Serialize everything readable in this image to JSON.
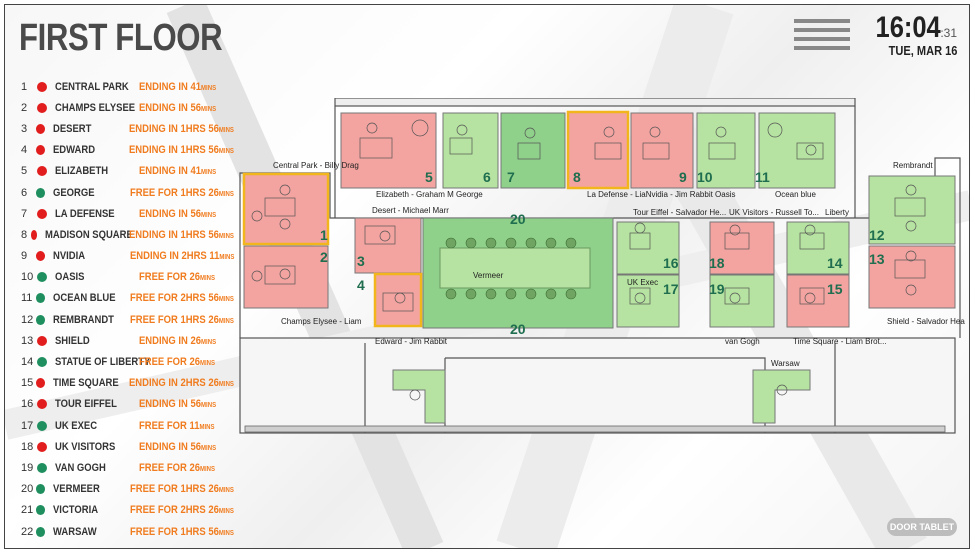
{
  "title": "FIRST FLOOR",
  "clock": {
    "time": "16:04",
    "seconds": ":31",
    "date": "TUE, MAR 16"
  },
  "menu": {
    "icon": "hamburger-menu-icon"
  },
  "door_tablet_label": "DOOR TABLET",
  "colors": {
    "busy": "#e21d1d",
    "free": "#1f8f5f",
    "status_text": "#f07c1f",
    "room_busy": "#f3a3a0",
    "room_free": "#b6e3a1",
    "selected_border": "#f2b51c"
  },
  "rooms": [
    {
      "num": "1",
      "name": "CENTRAL PARK",
      "state": "busy",
      "status": "ENDING IN 41",
      "unit": "MINS"
    },
    {
      "num": "2",
      "name": "CHAMPS ELYSEE",
      "state": "busy",
      "status": "ENDING IN 56",
      "unit": "MINS"
    },
    {
      "num": "3",
      "name": "DESERT",
      "state": "busy",
      "status": "ENDING IN 1HRS 56",
      "unit": "MINS"
    },
    {
      "num": "4",
      "name": "EDWARD",
      "state": "busy",
      "status": "ENDING IN 1HRS 56",
      "unit": "MINS"
    },
    {
      "num": "5",
      "name": "ELIZABETH",
      "state": "busy",
      "status": "ENDING IN 41",
      "unit": "MINS"
    },
    {
      "num": "6",
      "name": "GEORGE",
      "state": "free",
      "status": "FREE FOR 1HRS 26",
      "unit": "MINS"
    },
    {
      "num": "7",
      "name": "LA DEFENSE",
      "state": "busy",
      "status": "ENDING IN 56",
      "unit": "MINS"
    },
    {
      "num": "8",
      "name": "MADISON SQUARE",
      "state": "busy",
      "status": "ENDING IN 1HRS 56",
      "unit": "MINS"
    },
    {
      "num": "9",
      "name": "NVIDIA",
      "state": "busy",
      "status": "ENDING IN 2HRS 11",
      "unit": "MINS"
    },
    {
      "num": "10",
      "name": "OASIS",
      "state": "free",
      "status": "FREE FOR 26",
      "unit": "MINS"
    },
    {
      "num": "11",
      "name": "OCEAN BLUE",
      "state": "free",
      "status": "FREE FOR 2HRS 56",
      "unit": "MINS"
    },
    {
      "num": "12",
      "name": "REMBRANDT",
      "state": "free",
      "status": "FREE FOR 1HRS 26",
      "unit": "MINS"
    },
    {
      "num": "13",
      "name": "SHIELD",
      "state": "busy",
      "status": "ENDING IN 26",
      "unit": "MINS"
    },
    {
      "num": "14",
      "name": "STATUE OF LIBERTY",
      "state": "free",
      "status": "FREE FOR 26",
      "unit": "MINS"
    },
    {
      "num": "15",
      "name": "TIME SQUARE",
      "state": "busy",
      "status": "ENDING IN 2HRS 26",
      "unit": "MINS"
    },
    {
      "num": "16",
      "name": "TOUR EIFFEL",
      "state": "busy",
      "status": "ENDING IN 56",
      "unit": "MINS"
    },
    {
      "num": "17",
      "name": "UK EXEC",
      "state": "free",
      "status": "FREE FOR 11",
      "unit": "MINS"
    },
    {
      "num": "18",
      "name": "UK VISITORS",
      "state": "busy",
      "status": "ENDING IN 56",
      "unit": "MINS"
    },
    {
      "num": "19",
      "name": "VAN GOGH",
      "state": "free",
      "status": "FREE FOR 26",
      "unit": "MINS"
    },
    {
      "num": "20",
      "name": "VERMEER",
      "state": "free",
      "status": "FREE FOR 1HRS 26",
      "unit": "MINS"
    },
    {
      "num": "21",
      "name": "VICTORIA",
      "state": "free",
      "status": "FREE FOR 2HRS 26",
      "unit": "MINS"
    },
    {
      "num": "22",
      "name": "WARSAW",
      "state": "free",
      "status": "FREE FOR 1HRS 56",
      "unit": "MINS"
    }
  ],
  "map_labels": {
    "central_park": "Central Park - Billy Drag",
    "champs_elysee": "Champs Elysee - Liam",
    "desert": "Desert - Michael Marr",
    "edward": "Edward - Jim Rabbit",
    "elizabeth": "Elizabeth - Graham M George",
    "la_defense": "La Defense - LiaNvidia - Jim Rabbit Oasis",
    "ocean_blue": "Ocean blue",
    "rembrandt": "Rembrandt",
    "shield": "Shield - Salvador Heal",
    "tour_eiffel": "Tour Eiffel - Salvador He...",
    "uk_visitors": "UK Visitors - Russell To...",
    "liberty": "Liberty",
    "uk_exec": "UK Exec",
    "vermeer": "Vermeer",
    "van_gogh": "van Gogh",
    "time_square": "Time Square - Liam Brot...",
    "warsaw": "Warsaw"
  },
  "map_numbers": [
    "1",
    "2",
    "3",
    "4",
    "5",
    "6",
    "7",
    "8",
    "9",
    "10",
    "11",
    "12",
    "13",
    "14",
    "15",
    "16",
    "17",
    "18",
    "19",
    "20",
    "20"
  ]
}
